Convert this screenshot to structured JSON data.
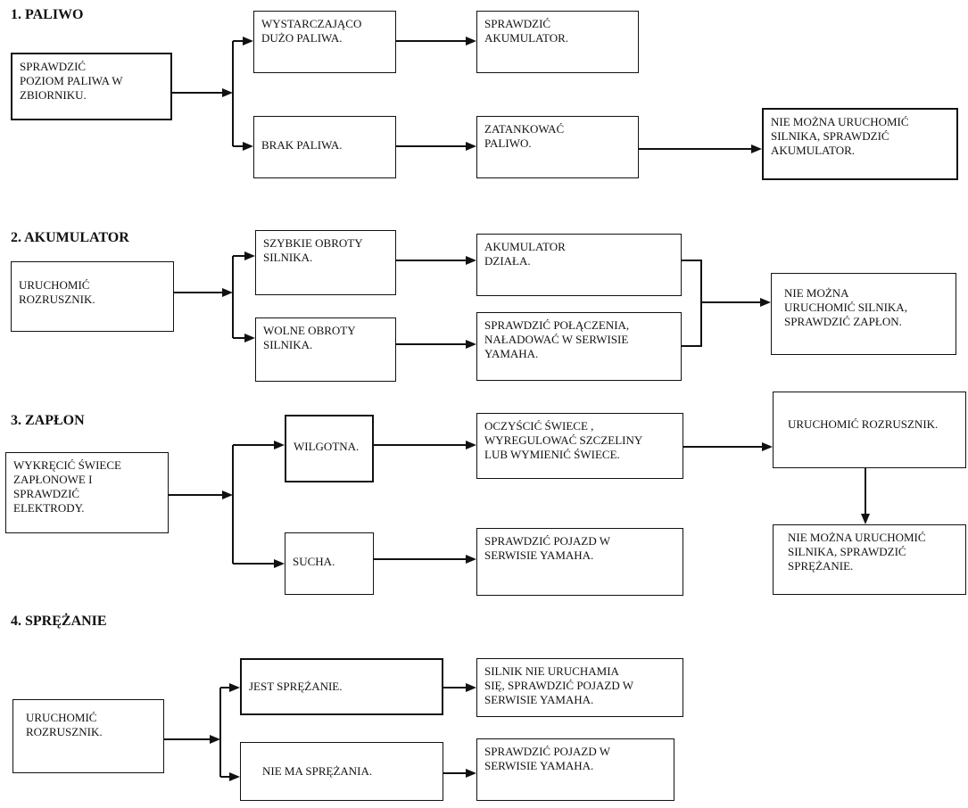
{
  "sections": {
    "paliwo": {
      "heading": "1. PALIWO",
      "start": "SPRAWDZIĆ\nPOZIOM PALIWA W\nZBIORNIKU.",
      "enough": "WYSTARCZAJĄCO\nDUŻO PALIWA.",
      "check_battery": "SPRAWDZIĆ\nAKUMULATOR.",
      "no_fuel": "BRAK PALIWA.",
      "refuel": "ZATANKOWAĆ\nPALIWO.",
      "cannot_start": "NIE MOŻNA URUCHOMIĆ\nSILNIKA, SPRAWDZIĆ\nAKUMULATOR."
    },
    "akumulator": {
      "heading": "2. AKUMULATOR",
      "start": "URUCHOMIĆ\nROZRUSZNIK.",
      "fast": "SZYBKIE OBROTY\nSILNIKA.",
      "battery_ok": "AKUMULATOR\nDZIAŁA.",
      "slow": "WOLNE OBROTY\nSILNIKA.",
      "check_connections": "SPRAWDZIĆ POŁĄCZENIA,\nNAŁADOWAĆ W SERWISIE\nYAMAHA.",
      "cannot_start": "NIE MOŻNA\nURUCHOMIĆ SILNIKA,\nSPRAWDZIĆ ZAPŁON."
    },
    "zaplon": {
      "heading": "3. ZAPŁON",
      "start": "WYKRĘCIĆ ŚWIECE\nZAPŁONOWE I\nSPRAWDZIĆ\nELEKTRODY.",
      "wet": "WILGOTNA.",
      "clean_plugs": "OCZYŚCIĆ ŚWIECE ,\nWYREGULOWAĆ SZCZELINY\nLUB WYMIENIĆ ŚWIECE.",
      "run_starter": "URUCHOMIĆ ROZRUSZNIK.",
      "dry": "SUCHA.",
      "check_service": "SPRAWDZIĆ POJAZD W\nSERWISIE YAMAHA.",
      "cannot_start": "NIE  MOŻNA  URUCHOMIĆ\nSILNIKA, SPRAWDZIĆ\nSPRĘŻANIE."
    },
    "sprezanie": {
      "heading": "4. SPRĘŻANIE",
      "start": "URUCHOMIĆ\nROZRUSZNIK.",
      "has_compression": "JEST SPRĘŻANIE.",
      "engine_not_start": "SILNIK NIE URUCHAMIA\nSIĘ, SPRAWDZIĆ POJAZD W\nSERWISIE YAMAHA.",
      "no_compression": "NIE MA SPRĘŻANIA.",
      "check_service": "SPRAWDZIĆ POJAZD W\nSERWISIE YAMAHA."
    }
  }
}
